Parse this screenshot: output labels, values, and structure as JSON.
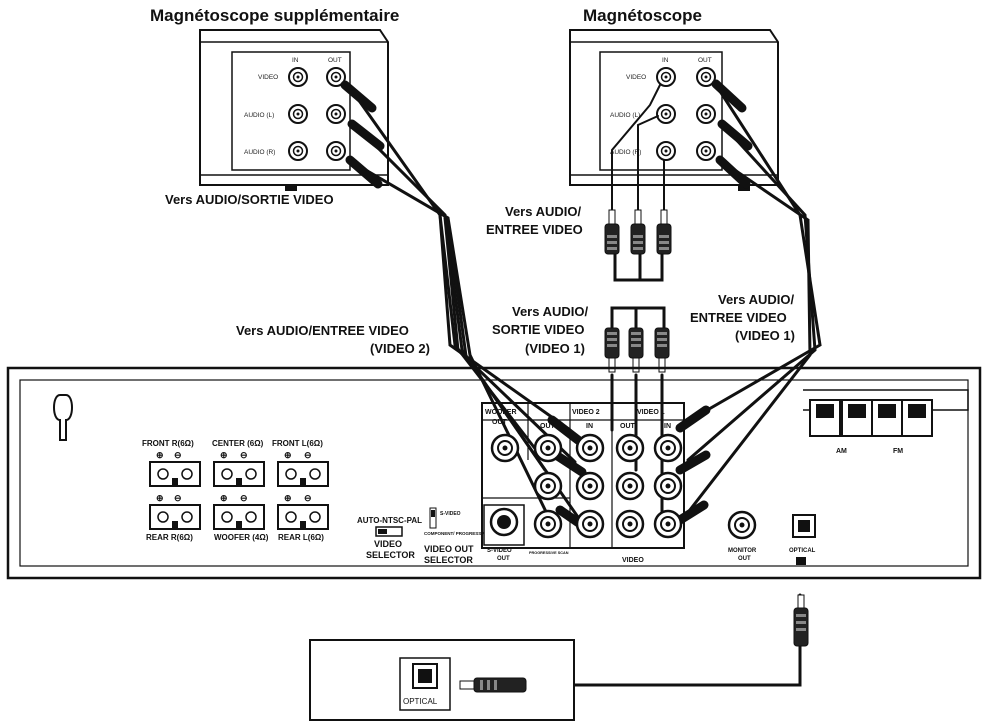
{
  "labels": {
    "vcr_extra_title": "Magnétoscope supplémentaire",
    "vcr_title": "Magnétoscope",
    "to_audio_video_out_top": "Vers AUDIO/SORTIE VIDEO",
    "to_audio_video_in_mid_l1": "Vers AUDIO/",
    "to_audio_video_in_mid_l2": "ENTREE VIDEO",
    "to_audio_video_in_v2_l1": "Vers AUDIO/ENTREE VIDEO",
    "to_audio_video_in_v2_l2": "(VIDEO 2)",
    "to_audio_video_out_v1_l1": "Vers AUDIO/",
    "to_audio_video_out_v1_l2": "SORTIE VIDEO",
    "to_audio_video_out_v1_l3": "(VIDEO 1)",
    "to_audio_video_in_v1_l1": "Vers AUDIO/",
    "to_audio_video_in_v1_l2": "ENTREE VIDEO",
    "to_audio_video_in_v1_l3": "(VIDEO 1)"
  },
  "vcr_panel": {
    "in": "IN",
    "out": "OUT",
    "video": "VIDEO",
    "audio_l": "AUDIO (L)",
    "audio_r": "AUDIO (R)"
  },
  "receiver": {
    "front_r": "FRONT R(6Ω)",
    "center": "CENTER (6Ω)",
    "front_l": "FRONT L(6Ω)",
    "rear_r": "REAR R(6Ω)",
    "woofer": "WOOFER (4Ω)",
    "rear_l": "REAR L(6Ω)",
    "auto_ntsc_pal": "AUTO-NTSC-PAL",
    "video_selector_l1": "VIDEO",
    "video_selector_l2": "SELECTOR",
    "s_video_sw": "S-VIDEO",
    "component_sw": "COMPONENT/ PROGRESSIVE SCAN",
    "video_out_selector_l1": "VIDEO OUT",
    "video_out_selector_l2": "SELECTOR",
    "woofer_out_l1": "WOOFER",
    "woofer_out_l2": "OUT",
    "video2": "VIDEO 2",
    "video1": "VIDEO 1",
    "out": "OUT",
    "in": "IN",
    "s_video_out_l1": "S-VIDEO",
    "s_video_out_l2": "OUT",
    "progressive_scan": "PROGRESSIVE SCAN",
    "video": "VIDEO",
    "monitor_out_l1": "MONITOR",
    "monitor_out_l2": "OUT",
    "optical": "OPTICAL",
    "am": "AM",
    "fm": "FM"
  },
  "external_device": {
    "optical": "OPTICAL"
  }
}
